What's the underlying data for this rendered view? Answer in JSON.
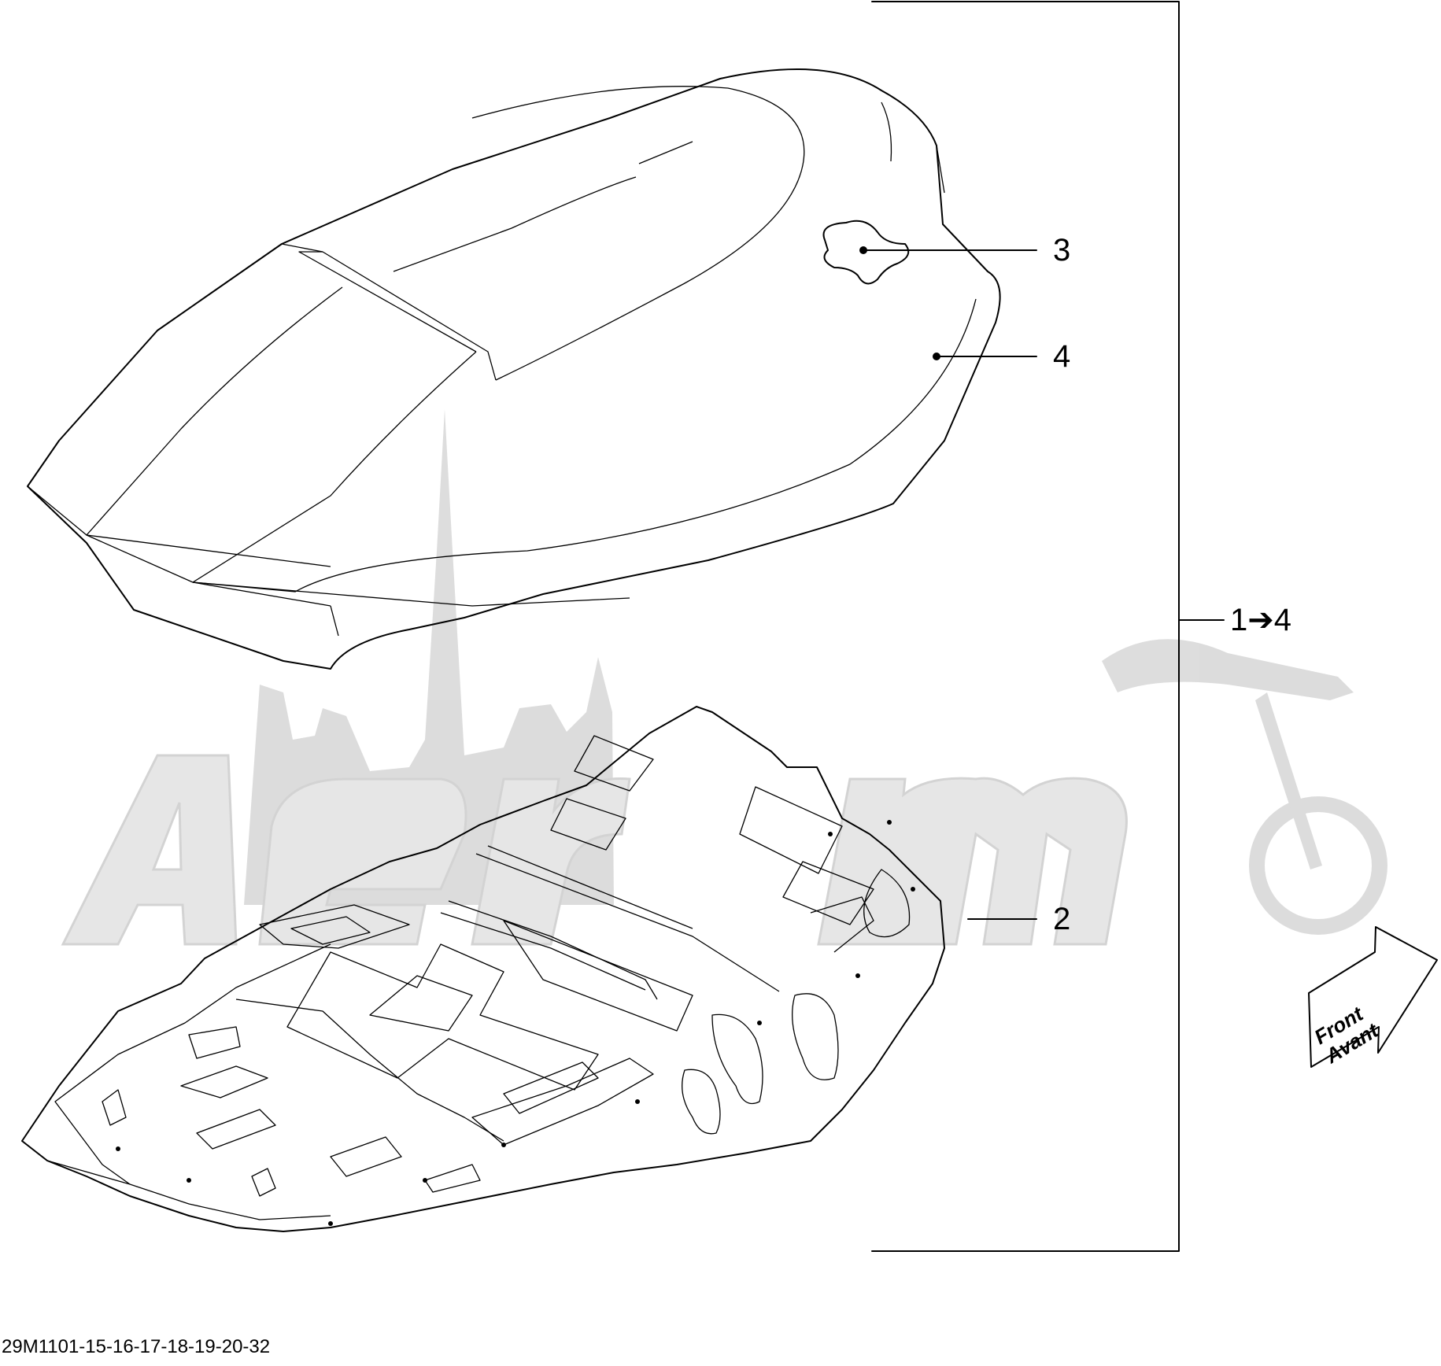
{
  "diagram": {
    "figure_code": "29M1101-15-16-17-18-19-20-32",
    "callouts": [
      {
        "id": "3",
        "label": "3"
      },
      {
        "id": "4",
        "label": "4"
      },
      {
        "id": "range",
        "label": "1➔4"
      },
      {
        "id": "2",
        "label": "2"
      }
    ],
    "direction_arrow": {
      "line1": "Front",
      "line2": "Avant"
    },
    "parts": [
      {
        "name": "seat-cover-assembly",
        "callout": "4"
      },
      {
        "name": "seat-emblem",
        "callout": "3"
      },
      {
        "name": "seat-base",
        "callout": "2"
      }
    ],
    "colors": {
      "line": "#000000",
      "background": "#ffffff",
      "watermark": "#d9d9d9"
    }
  }
}
